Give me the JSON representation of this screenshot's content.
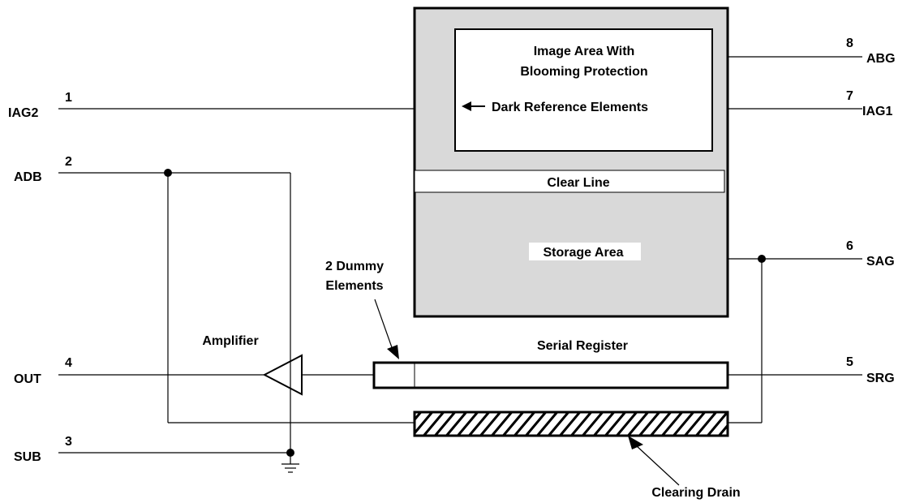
{
  "blocks": {
    "image_area_line1": "Image Area With",
    "image_area_line2": "Blooming Protection",
    "dark_reference": "Dark Reference Elements",
    "clear_line": "Clear Line",
    "storage_area": "Storage Area",
    "serial_register": "Serial  Register",
    "dummy_line1": "2 Dummy",
    "dummy_line2": "Elements",
    "amplifier": "Amplifier",
    "clearing_drain": "Clearing Drain"
  },
  "pins": {
    "iag2": {
      "number": "1",
      "name": "IAG2"
    },
    "adb": {
      "number": "2",
      "name": "ADB"
    },
    "sub": {
      "number": "3",
      "name": "SUB"
    },
    "out": {
      "number": "4",
      "name": "OUT"
    },
    "srg": {
      "number": "5",
      "name": "SRG"
    },
    "sag": {
      "number": "6",
      "name": "SAG"
    },
    "iag1": {
      "number": "7",
      "name": "IAG1"
    },
    "abg": {
      "number": "8",
      "name": "ABG"
    }
  },
  "colors": {
    "area_fill": "#d9d9d9",
    "line": "#000000",
    "background": "#ffffff"
  }
}
